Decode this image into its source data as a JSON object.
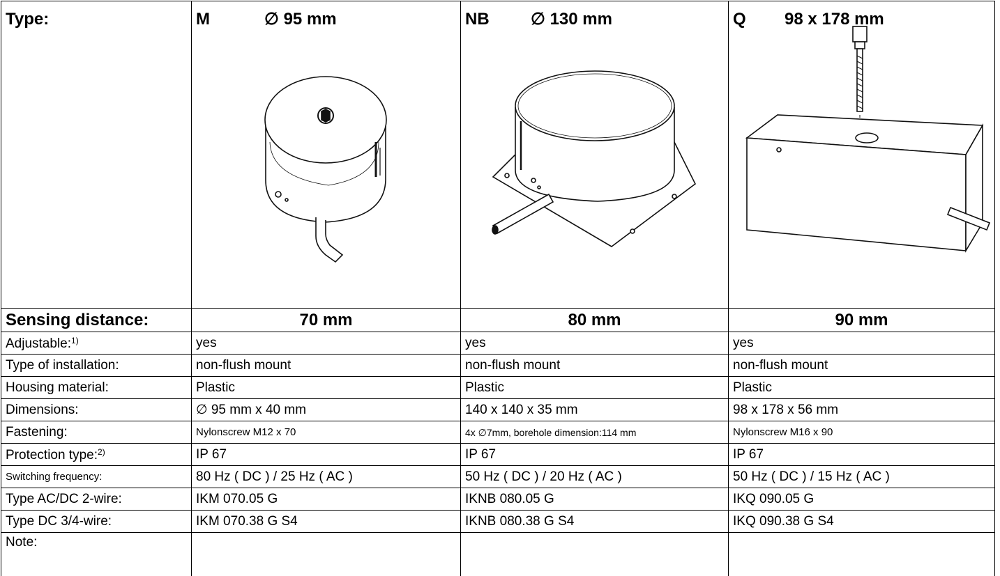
{
  "header": {
    "label": "Type:",
    "types": [
      {
        "code": "M",
        "dim": "∅ 95 mm"
      },
      {
        "code": "NB",
        "dim": "∅ 130 mm"
      },
      {
        "code": "Q",
        "dim": "98 x 178 mm"
      }
    ]
  },
  "illustrations": [
    "round-sensor-m-icon",
    "round-flange-sensor-nb-icon",
    "rectangular-sensor-q-icon"
  ],
  "sensing": {
    "label": "Sensing distance:",
    "values": [
      "70 mm",
      "80 mm",
      "90 mm"
    ]
  },
  "rows": [
    {
      "label": "Adjustable:",
      "footnote": "1)",
      "values": [
        "yes",
        "yes",
        "yes"
      ]
    },
    {
      "label": "Type of installation:",
      "footnote": "",
      "values": [
        "non-flush mount",
        "non-flush mount",
        "non-flush mount"
      ]
    },
    {
      "label": "Housing material:",
      "footnote": "",
      "values": [
        "Plastic",
        "Plastic",
        "Plastic"
      ]
    },
    {
      "label": "Dimensions:",
      "footnote": "",
      "values": [
        "∅ 95 mm x 40 mm",
        "140 x 140 x 35 mm",
        "98 x 178 x 56 mm"
      ]
    },
    {
      "label": "Fastening:",
      "footnote": "",
      "values": [
        "Nylonscrew M12 x 70",
        "4x ∅7mm, borehole dimension:114 mm",
        "Nylonscrew M16 x 90"
      ]
    },
    {
      "label": "Protection type:",
      "footnote": "2)",
      "values": [
        "IP 67",
        "IP 67",
        "IP 67"
      ]
    },
    {
      "label": "Switching frequency:",
      "footnote": "",
      "values": [
        "80 Hz ( DC ) / 25 Hz ( AC )",
        "50 Hz ( DC ) / 20 Hz ( AC )",
        "50 Hz ( DC ) / 15 Hz ( AC )"
      ]
    },
    {
      "label": "Type AC/DC 2-wire:",
      "footnote": "",
      "values": [
        "IKM 070.05 G",
        "IKNB 080.05 G",
        "IKQ 090.05 G"
      ]
    },
    {
      "label": "Type DC 3/4-wire:",
      "footnote": "",
      "values": [
        "IKM 070.38 G S4",
        "IKNB 080.38 G S4",
        "IKQ 090.38 G S4"
      ]
    }
  ],
  "note": {
    "label": "Note:"
  }
}
